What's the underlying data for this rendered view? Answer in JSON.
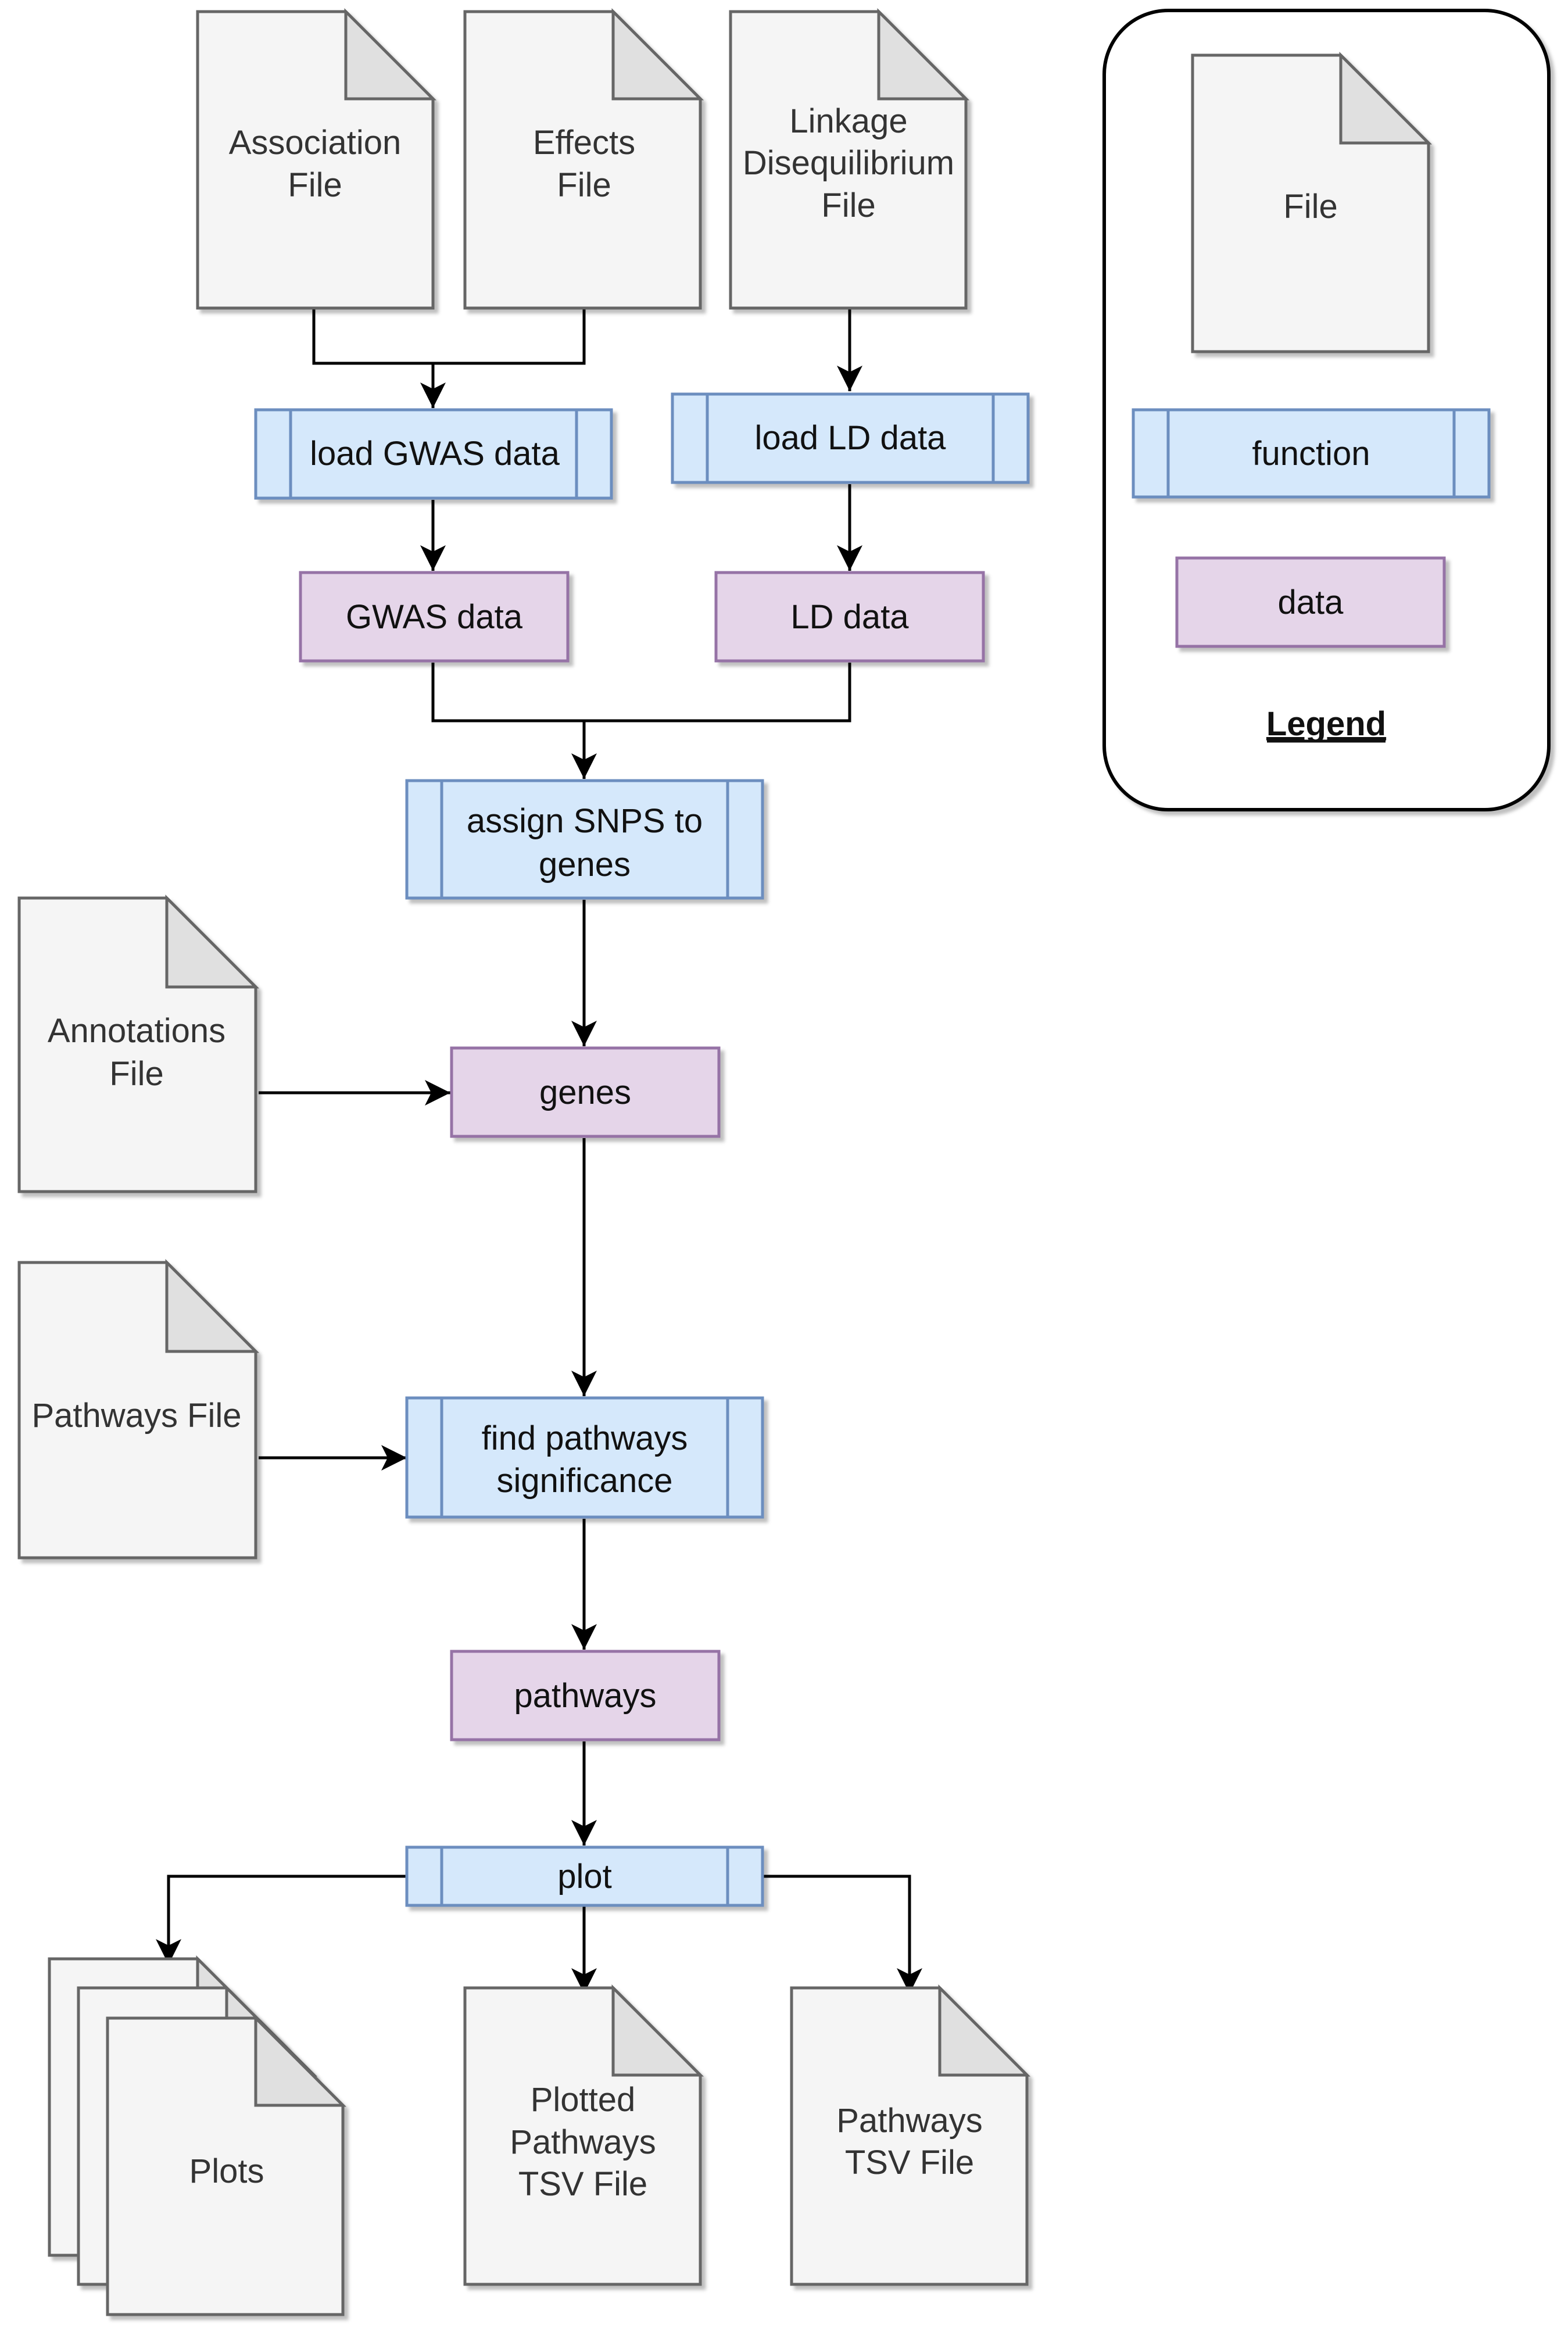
{
  "colors": {
    "file_fill": "#f5f5f5",
    "file_stroke": "#666666",
    "function_fill": "#d5e8fb",
    "function_stroke": "#6c8ebf",
    "data_fill": "#e5d5e9",
    "data_stroke": "#9673a6",
    "edge": "#000000"
  },
  "files": {
    "association_1": "Association",
    "association_2": "File",
    "effects_1": "Effects",
    "effects_2": "File",
    "linkage_1": "Linkage",
    "linkage_2": "Disequilibrium",
    "linkage_3": "File",
    "annotations_1": "Annotations",
    "annotations_2": "File",
    "pathways_file": "Pathways File",
    "plots": "Plots",
    "plotted_1": "Plotted",
    "plotted_2": "Pathways",
    "plotted_3": "TSV File",
    "pathways_tsv_1": "Pathways",
    "pathways_tsv_2": "TSV File"
  },
  "functions": {
    "load_gwas": "load GWAS data",
    "load_ld": "load LD data",
    "assign_1": "assign SNPS to",
    "assign_2": "genes",
    "find_1": "find pathways",
    "find_2": "significance",
    "plot": "plot"
  },
  "data_nodes": {
    "gwas": "GWAS data",
    "ld": "LD data",
    "genes": "genes",
    "pathways": "pathways"
  },
  "legend": {
    "file": "File",
    "function": "function",
    "data": "data",
    "title": "Legend"
  }
}
